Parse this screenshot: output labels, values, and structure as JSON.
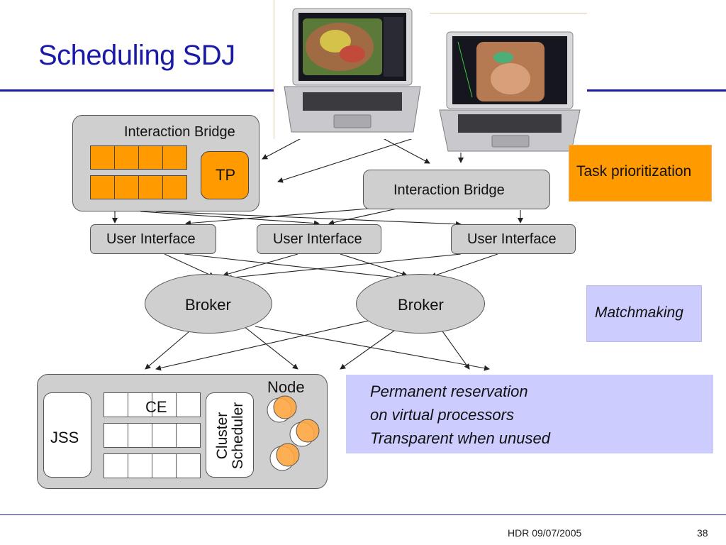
{
  "slide": {
    "title": "Scheduling SDJ",
    "footer_left": "HDR 09/07/2005",
    "page_number": "38"
  },
  "diagram": {
    "interaction_bridge_left": {
      "label": "Interaction Bridge",
      "tp_label": "TP"
    },
    "interaction_bridge_right": {
      "label": "Interaction Bridge"
    },
    "user_interfaces": [
      "User Interface",
      "User Interface",
      "User Interface"
    ],
    "brokers": [
      "Broker",
      "Broker"
    ],
    "cluster": {
      "jss_label": "JSS",
      "ce_label": "CE",
      "scheduler_label_line1": "Cluster",
      "scheduler_label_line2": "Scheduler",
      "node_label": "Node"
    }
  },
  "notes": {
    "task_prioritization": "Task prioritization",
    "matchmaking": "Matchmaking",
    "reservation_lines": [
      "Permanent reservation",
      "on virtual processors",
      "Transparent when unused"
    ]
  },
  "colors": {
    "title_blue": "#1a1aa8",
    "box_gray": "#cfcfcf",
    "orange": "#ff9a00",
    "lavender": "#ccccff"
  }
}
